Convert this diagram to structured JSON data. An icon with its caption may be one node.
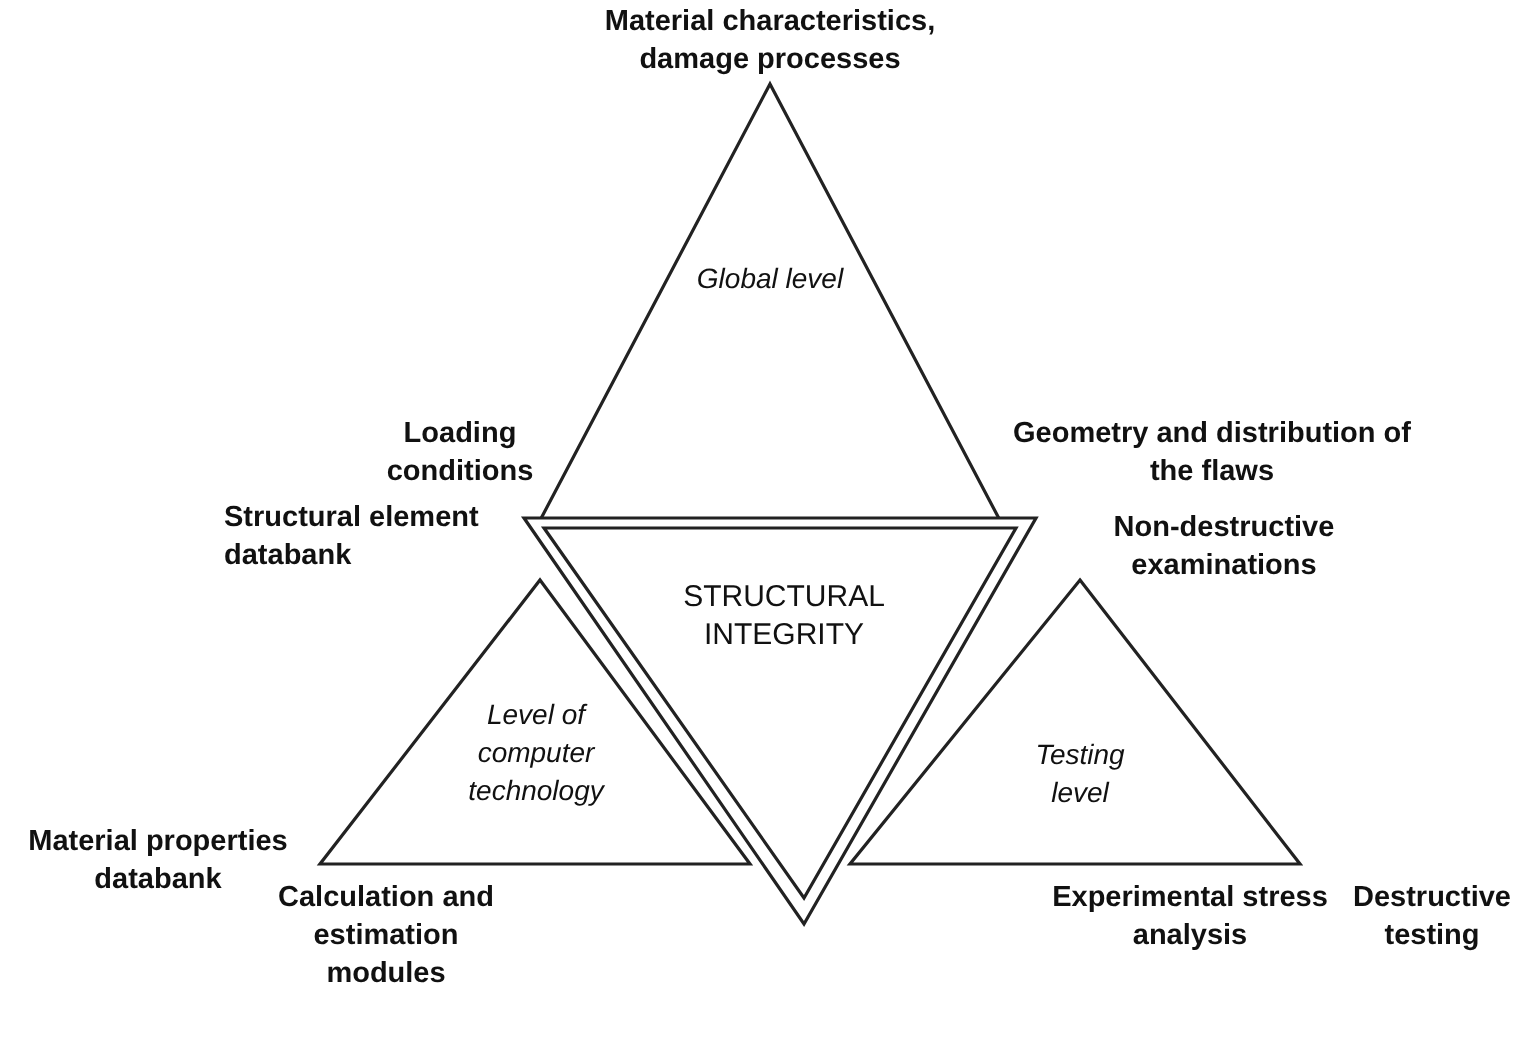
{
  "diagram": {
    "nodes": [
      {
        "text": [
          "Global level"
        ],
        "beside": [
          "Material characteristics, damage processes",
          "Loading conditions",
          "Geometry and distribution of the flaws"
        ]
      },
      {
        "text": [
          "STRUCTURAL INTEGRITY"
        ]
      },
      {
        "text": [
          "Level of computer technology"
        ],
        "beside": [
          "Structural element databank",
          "Material properties databank",
          "Calculation and estimation modules"
        ]
      },
      {
        "text": [
          "Testing level"
        ],
        "beside": [
          "Non-destructive examinations",
          "Destructive testing",
          "Experimental stress analysis"
        ]
      }
    ],
    "edges": []
  }
}
